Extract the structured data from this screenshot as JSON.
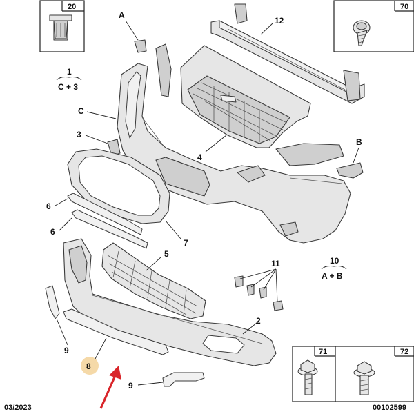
{
  "date_code": "03/2023",
  "ref_code": "00102599",
  "highlight_color": "#f5d9a8",
  "arrow_color": "#d9252a",
  "callouts": {
    "n20": "20",
    "n70": "70",
    "n71": "71",
    "n72": "72",
    "nA": "A",
    "n12": "12",
    "n1": "1",
    "n1_sub": "C + 3",
    "nC": "C",
    "n3": "3",
    "n4": "4",
    "nB": "B",
    "n6a": "6",
    "n6b": "6",
    "n7": "7",
    "n5": "5",
    "n11": "11",
    "n10": "10",
    "n10_sub": "A + B",
    "n2": "2",
    "n9a": "9",
    "n9b": "9",
    "n8": "8"
  },
  "icons": {
    "clip_box_20": "push-clip-icon",
    "screw_box_70": "screw-icon",
    "bolt_box_71": "flange-bolt-icon",
    "bolt_box_72": "flange-bolt-icon"
  }
}
